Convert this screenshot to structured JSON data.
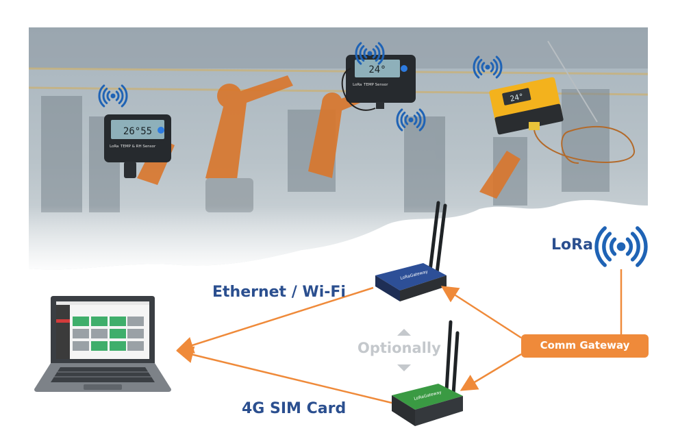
{
  "labels": {
    "ethernet_wifi": "Ethernet / Wi-Fi",
    "sim_card": "4G SIM Card",
    "lora": "LoRa",
    "optionally": "Optionally",
    "comm_gateway": "Comm Gateway"
  },
  "devices": {
    "sensor_1": {
      "brand": "LoRa",
      "model": "TEMP & RH Sensor",
      "reading": "26°55"
    },
    "sensor_2": {
      "brand": "LoRa",
      "model": "TEMP Sensor",
      "reading": "24°"
    },
    "sensor_3": {
      "reading": "24°"
    },
    "gateway_blue": {
      "brand": "LoRaGateway"
    },
    "gateway_green": {
      "brand": "LoRaGateway"
    }
  },
  "colors": {
    "arrow": "#ef8a3a",
    "text_blue": "#2b4f8f",
    "wifi_blue": "#1f63b5",
    "gateway_fill": "#ef8a3a",
    "optionally_gray": "#c4c8cc"
  },
  "icons": [
    "wireless-signal-icon",
    "laptop-icon",
    "router-icon",
    "sensor-icon",
    "thermocouple-probe-icon"
  ]
}
